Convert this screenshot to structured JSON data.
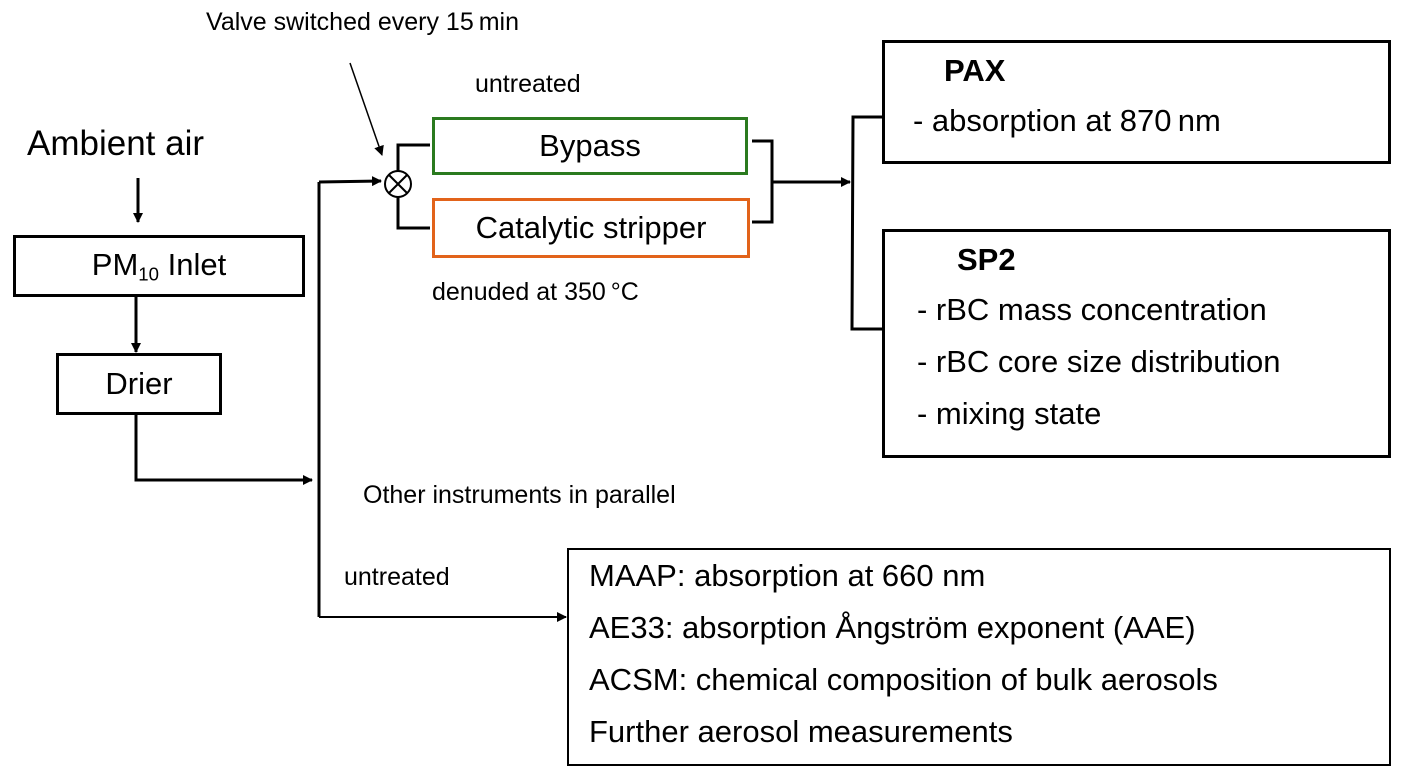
{
  "annotations": {
    "valve_note": "Valve switched every 15 min",
    "untreated_top": "untreated",
    "denuded": "denuded at 350 °C",
    "other_instruments": "Other instruments in parallel",
    "untreated_bottom": "untreated"
  },
  "source": {
    "label": "Ambient air"
  },
  "inlet": {
    "prefix": "PM",
    "subscript": "10",
    "suffix": " Inlet"
  },
  "drier": {
    "label": "Drier"
  },
  "valve": {
    "icon": "valve-cross-circle-icon"
  },
  "branches": {
    "bypass": {
      "label": "Bypass",
      "color": "#2a7a1f"
    },
    "stripper": {
      "label": "Catalytic stripper",
      "color": "#e2631a"
    }
  },
  "pax": {
    "title": "PAX",
    "items": [
      "- absorption at 870 nm"
    ]
  },
  "sp2": {
    "title": "SP2",
    "items": [
      "- rBC mass concentration",
      "- rBC core size distribution",
      "- mixing state"
    ]
  },
  "other_box": {
    "items": [
      "MAAP: absorption at 660 nm",
      "AE33: absorption Ångström exponent (AAE)",
      "ACSM: chemical composition of bulk aerosols",
      "Further aerosol measurements"
    ]
  }
}
